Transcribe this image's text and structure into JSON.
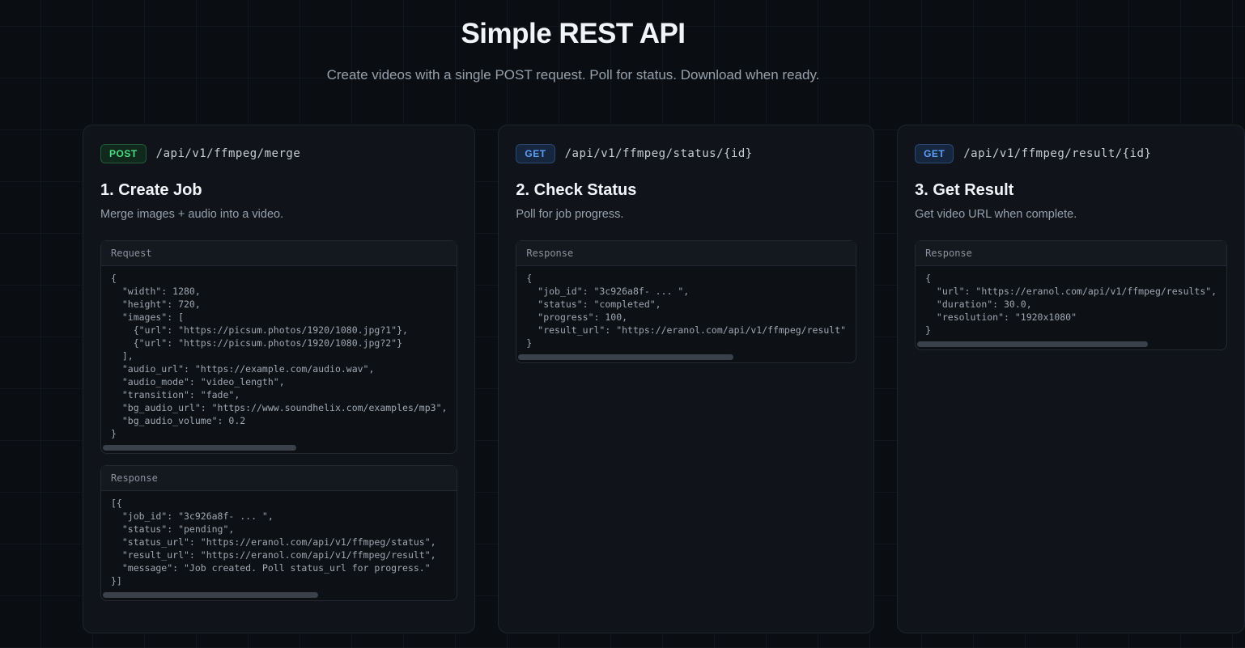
{
  "page": {
    "title": "Simple REST API",
    "subtitle": "Create videos with a single POST request. Poll for status. Download when ready."
  },
  "colors": {
    "post_badge_text": "#4ade80",
    "get_badge_text": "#5d9ff6",
    "page_background": "#0a0e12",
    "card_background": "#10141a"
  },
  "cards": [
    {
      "method": "POST",
      "path": "/api/v1/ffmpeg/merge",
      "title": "1. Create Job",
      "description": "Merge images + audio into a video.",
      "blocks": [
        {
          "label": "Request",
          "lines": [
            "{",
            "  \"width\": 1280,",
            "  \"height\": 720,",
            "  \"images\": [",
            "    {\"url\": \"https://picsum.photos/1920/1080.jpg?1\"},",
            "    {\"url\": \"https://picsum.photos/1920/1080.jpg?2\"}",
            "  ],",
            "  \"audio_url\": \"https://example.com/audio.wav\",",
            "  \"audio_mode\": \"video_length\",",
            "  \"transition\": \"fade\",",
            "  \"bg_audio_url\": \"https://www.soundhelix.com/examples/mp3\",",
            "  \"bg_audio_volume\": 0.2",
            "}"
          ]
        },
        {
          "label": "Response",
          "lines": [
            "[{",
            "  \"job_id\": \"3c926a8f- ... \",",
            "  \"status\": \"pending\",",
            "  \"status_url\": \"https://eranol.com/api/v1/ffmpeg/status\",",
            "  \"result_url\": \"https://eranol.com/api/v1/ffmpeg/result\",",
            "  \"message\": \"Job created. Poll status_url for progress.\"",
            "}]"
          ]
        }
      ]
    },
    {
      "method": "GET",
      "path": "/api/v1/ffmpeg/status/{id}",
      "title": "2. Check Status",
      "description": "Poll for job progress.",
      "blocks": [
        {
          "label": "Response",
          "lines": [
            "{",
            "  \"job_id\": \"3c926a8f- ... \",",
            "  \"status\": \"completed\",",
            "  \"progress\": 100,",
            "  \"result_url\": \"https://eranol.com/api/v1/ffmpeg/result\"",
            "}"
          ]
        }
      ]
    },
    {
      "method": "GET",
      "path": "/api/v1/ffmpeg/result/{id}",
      "title": "3. Get Result",
      "description": "Get video URL when complete.",
      "blocks": [
        {
          "label": "Response",
          "lines": [
            "{",
            "  \"url\": \"https://eranol.com/api/v1/ffmpeg/results\",",
            "  \"duration\": 30.0,",
            "  \"resolution\": \"1920x1080\"",
            "}"
          ]
        }
      ]
    }
  ]
}
